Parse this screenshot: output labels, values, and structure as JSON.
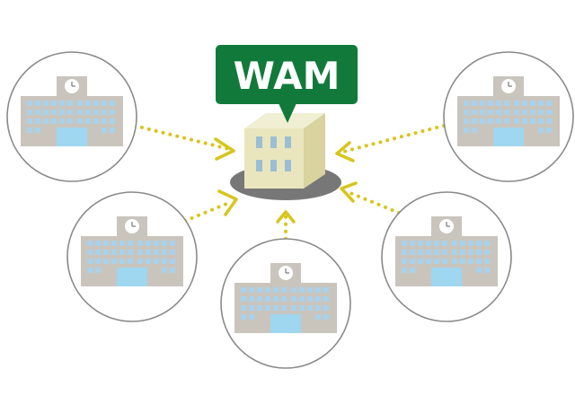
{
  "hub": {
    "label": "WAM",
    "label_bg": "#117a3a",
    "label_fg": "#ffffff"
  },
  "nodes": [
    {
      "id": "school-top-left",
      "icon": "school-building-icon"
    },
    {
      "id": "school-mid-left",
      "icon": "school-building-icon"
    },
    {
      "id": "school-bottom-center",
      "icon": "school-building-icon"
    },
    {
      "id": "school-mid-right",
      "icon": "school-building-icon"
    },
    {
      "id": "school-top-right",
      "icon": "school-building-icon"
    }
  ],
  "colors": {
    "circle_stroke": "#8a8a8a",
    "school_body": "#c9c5bd",
    "school_window": "#a8d2ec",
    "school_door": "#9fd6f0",
    "clock_face": "#ffffff",
    "arrow": "#d8c51c",
    "hub_building_front": "#e9e6bd",
    "hub_building_side": "#d8d39f",
    "hub_building_top": "#f1efd3",
    "hub_window": "#9cbed4",
    "hub_shadow": "#777777"
  }
}
